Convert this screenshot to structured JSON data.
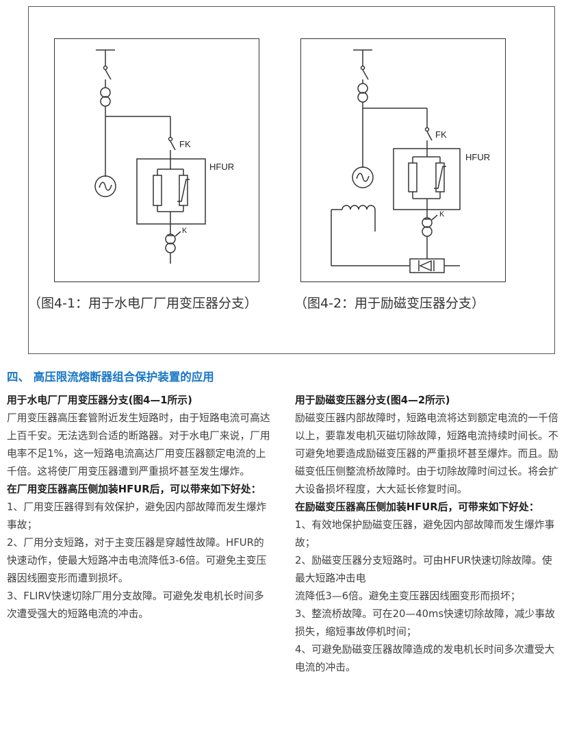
{
  "figure": {
    "left": {
      "caption": "（图4-1：用于水电厂厂用变压器分支）",
      "labels": {
        "fk": "FK",
        "hfur": "HFUR",
        "k": "K"
      }
    },
    "right": {
      "caption": "（图4-2：用于励磁变压器分支）",
      "labels": {
        "fk": "FK",
        "hfur": "HFUR",
        "k": "K"
      }
    }
  },
  "section_title": "四、 高压限流熔断器组合保护装置的应用",
  "left_column": {
    "heading": "用于水电厂厂用变压器分支(图4—1所示)",
    "para1": "厂用变压器高压套管附近发生短路时，由于短路电流可高达上百千安。无法选到合适的断路器。对于水电厂来说，厂用电率不足1%，这一短路电流高达厂用变压器额定电流的上千倍。这将使厂用变压器遭到严重损坏甚至发生爆炸。",
    "subheading": "在厂用变压器高压侧加装HFUR后，可以带来如下好处：",
    "item1": "1、厂用变压器得到有效保护，避免因内部故障而发生爆炸事故；",
    "item2": "2、厂用分支短路，对于主变压器是穿越性故障。HFUR的快速动作，使最大短路冲击电流降低3-6倍。可避免主变压器因线圈变形而遭到损坏。",
    "item3": "3、FLIRV快速切除厂用分支故障。可避免发电机长时间多次遭受强大的短路电流的冲击。"
  },
  "right_column": {
    "heading": "用于励磁变压器分支(图4—2所示)",
    "para1": "励磁变压器内部故障时，短路电流将达到额定电流的一千倍以上，要靠发电机灭磁切除故障，短路电流持续时间长。不可避免地要造成励磁变压器的严重损坏甚至爆炸。而且。励磁变低压侧整流桥故障时。由于切除故障时间过长。将会扩大设备损坏程度，大大延长修复时间。",
    "subheading": "在励磁变压器高压侧加装HFUR后，可带来如下好处：",
    "item1": "1、有效地保护励磁变压器，避免因内部故障而发生爆炸事故；",
    "item2a": "2、励磁变压器分支短路时。可由HFUR快速切除故障。使最大短路冲击电",
    "item2b": "流降低3—6倍。避免主变压器因线圈变形而损坏；",
    "item3": "3、整流桥故障。可在20—40ms快速切除故障，减少事故损失，缩短事故停机时间；",
    "item4": "4、可避免励磁变压器故障造成的发电机长时间多次遭受大电流的冲击。"
  }
}
